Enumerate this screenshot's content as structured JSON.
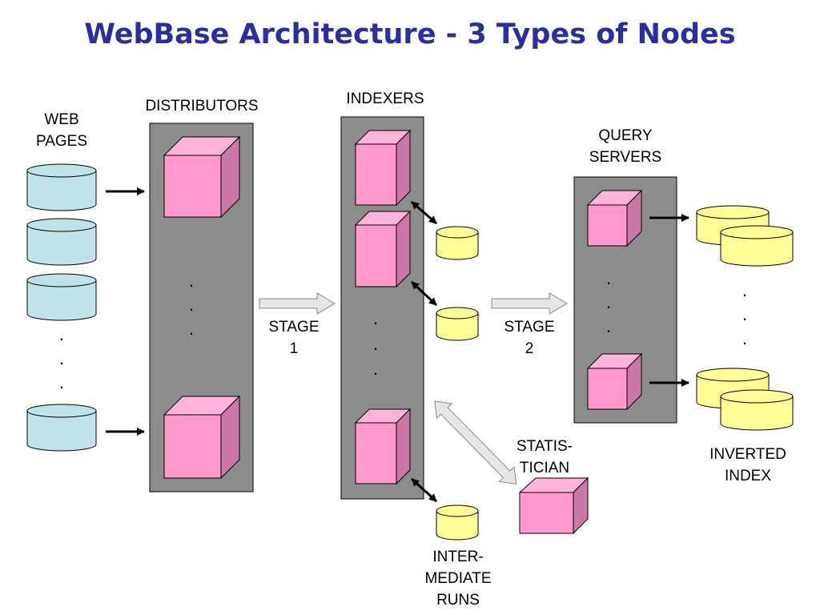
{
  "title": "WebBase Architecture - 3 Types of Nodes",
  "labels": {
    "web_pages": [
      "WEB",
      "PAGES"
    ],
    "distributors": "DISTRIBUTORS",
    "indexers": "INDEXERS",
    "query_servers": [
      "QUERY",
      "SERVERS"
    ],
    "stage1": [
      "STAGE",
      "1"
    ],
    "stage2": [
      "STAGE",
      "2"
    ],
    "statistician": [
      "STATIS-",
      "TICIAN"
    ],
    "intermediate_runs": [
      "INTER-",
      "MEDIATE",
      "RUNS"
    ],
    "inverted_index": [
      "INVERTED",
      "INDEX"
    ],
    "ellipsis_dot": "."
  },
  "colors": {
    "title": "#2b2f9a",
    "panel": "#8c8c8c",
    "cube_front": "#ff99cc",
    "cube_top": "#ffb3d9",
    "cube_side": "#cc77a8",
    "web_disk": "#bfe3e8",
    "yellow_disk": "#ffff99",
    "stage_arrow": "#e6e6e6"
  }
}
